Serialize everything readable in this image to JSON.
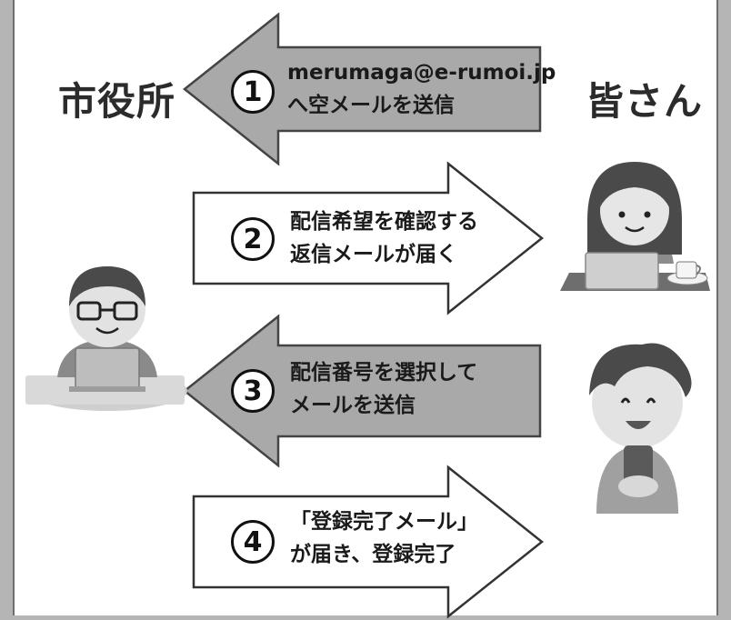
{
  "labels": {
    "city_hall": "市役所",
    "citizens": "皆さん"
  },
  "steps": [
    {
      "number": "1",
      "direction": "left",
      "fill": "#a9a9a9",
      "lines": [
        "merumaga@e-rumoi.jp",
        "へ空メールを送信"
      ]
    },
    {
      "number": "2",
      "direction": "right",
      "fill": "#ffffff",
      "lines": [
        "配信希望を確認する",
        "返信メールが届く"
      ]
    },
    {
      "number": "3",
      "direction": "left",
      "fill": "#a9a9a9",
      "lines": [
        "配信番号を選択して",
        "メールを送信"
      ]
    },
    {
      "number": "4",
      "direction": "right",
      "fill": "#ffffff",
      "lines": [
        "「登録完了メール」",
        "が届き、登録完了"
      ]
    }
  ],
  "icons": [
    "city-staff-laptop-icon",
    "woman-laptop-coffee-icon",
    "boy-smartphone-icon"
  ]
}
